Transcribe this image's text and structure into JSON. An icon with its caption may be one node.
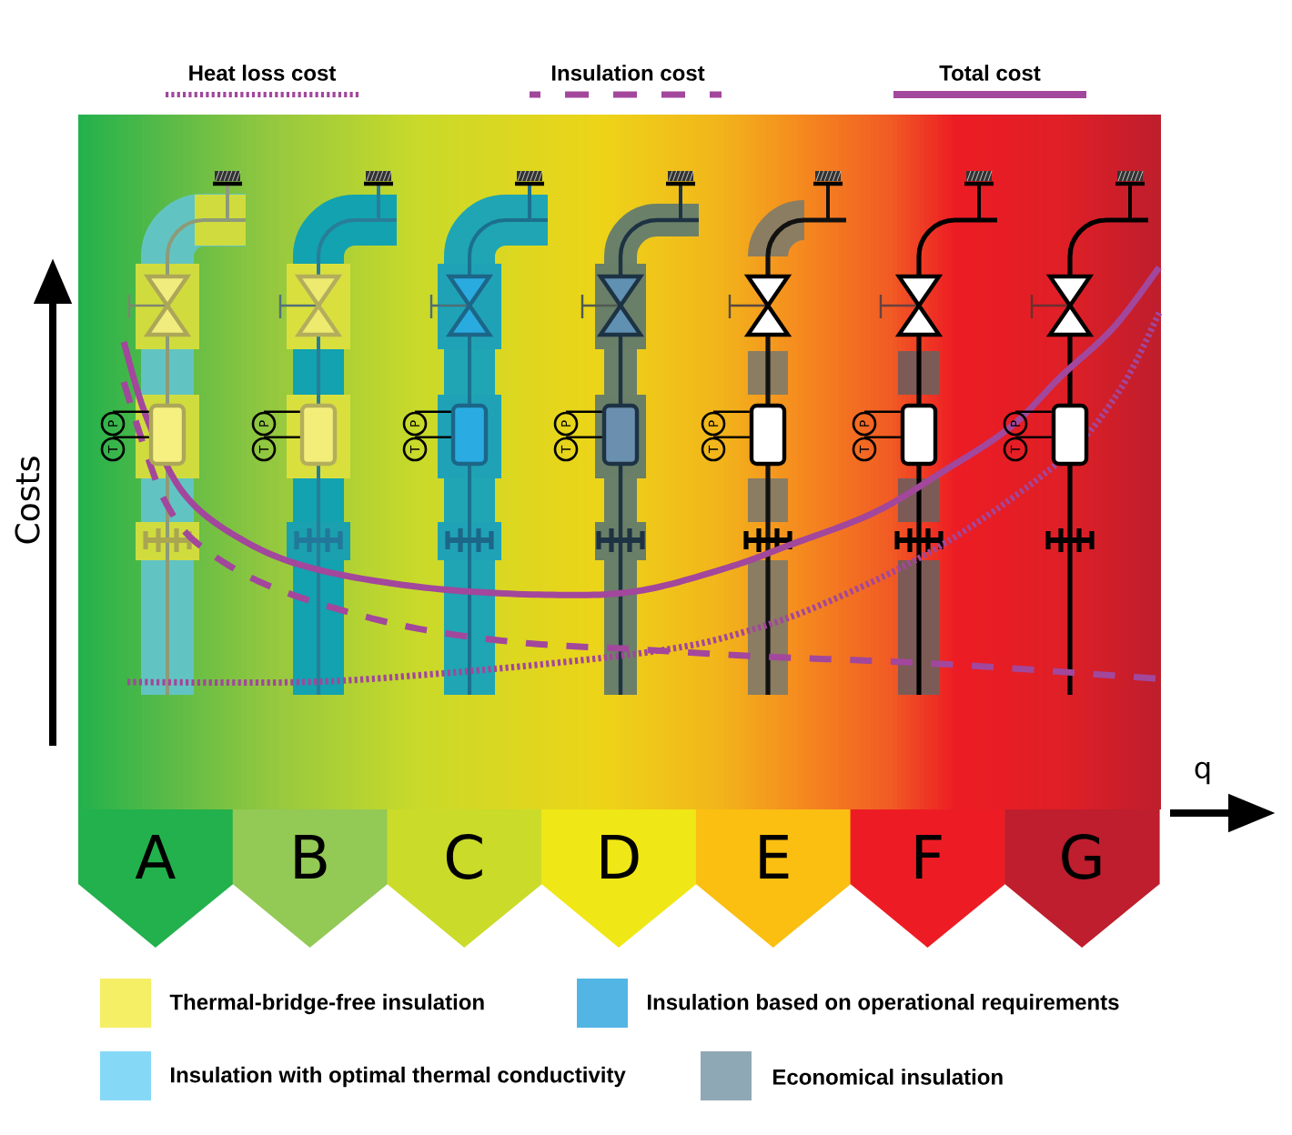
{
  "diagram": {
    "nodes": [
      {
        "text": [
          "P"
        ]
      },
      {
        "text": [
          "T"
        ]
      },
      {
        "text": [],
        "shape": "box"
      },
      {
        "text": [
          "P"
        ]
      },
      {
        "text": [
          "T"
        ]
      },
      {
        "text": [],
        "shape": "box"
      },
      {
        "text": [
          "P"
        ]
      },
      {
        "text": [
          "T"
        ]
      },
      {
        "text": [],
        "shape": "box"
      },
      {
        "text": [
          "P"
        ]
      },
      {
        "text": [
          "T"
        ]
      },
      {
        "text": [],
        "shape": "box"
      },
      {
        "text": [
          "P"
        ]
      },
      {
        "text": [
          "T"
        ]
      },
      {
        "text": [],
        "shape": "box"
      },
      {
        "text": [
          "P"
        ]
      },
      {
        "text": [
          "T"
        ]
      },
      {
        "text": [],
        "shape": "box"
      },
      {
        "text": [
          "P"
        ]
      },
      {
        "text": [
          "T"
        ]
      },
      {
        "text": [],
        "shape": "box"
      },
      {
        "text": [
          "A"
        ]
      },
      {
        "text": [
          "B"
        ]
      },
      {
        "text": [
          "C"
        ]
      },
      {
        "text": [
          "D"
        ]
      },
      {
        "text": [
          "E"
        ]
      },
      {
        "text": [
          "F"
        ]
      },
      {
        "text": [
          "G"
        ]
      }
    ],
    "edges": [
      {
        "from": 0,
        "to": 2,
        "arrow": "none"
      },
      {
        "from": 1,
        "to": 2,
        "arrow": "none"
      },
      {
        "from": 3,
        "to": 5,
        "arrow": "none"
      },
      {
        "from": 4,
        "to": 5,
        "arrow": "none"
      },
      {
        "from": 6,
        "to": 8,
        "arrow": "none"
      },
      {
        "from": 7,
        "to": 8,
        "arrow": "none"
      },
      {
        "from": 9,
        "to": 11,
        "arrow": "none"
      },
      {
        "from": 10,
        "to": 11,
        "arrow": "none"
      },
      {
        "from": 12,
        "to": 14,
        "arrow": "none"
      },
      {
        "from": 13,
        "to": 14,
        "arrow": "none"
      },
      {
        "from": 15,
        "to": 17,
        "arrow": "none"
      },
      {
        "from": 16,
        "to": 17,
        "arrow": "none"
      },
      {
        "from": 18,
        "to": 20,
        "arrow": "none"
      },
      {
        "from": 19,
        "to": 20,
        "arrow": "none"
      }
    ],
    "labels": [
      "Costs",
      "q"
    ],
    "legend": [
      {
        "text": "Heat loss cost"
      },
      {
        "text": "Insulation cost"
      },
      {
        "text": "Total cost"
      },
      {
        "text": "Thermal-bridge-free insulation",
        "color": "#f5ef66"
      },
      {
        "text": "Insulation based on operational requirements",
        "color": "#52b5e4"
      },
      {
        "text": "Insulation with optimal thermal conductivity",
        "color": "#86d9f6"
      },
      {
        "text": "Economical insulation",
        "color": "#8fa8b6"
      }
    ]
  }
}
